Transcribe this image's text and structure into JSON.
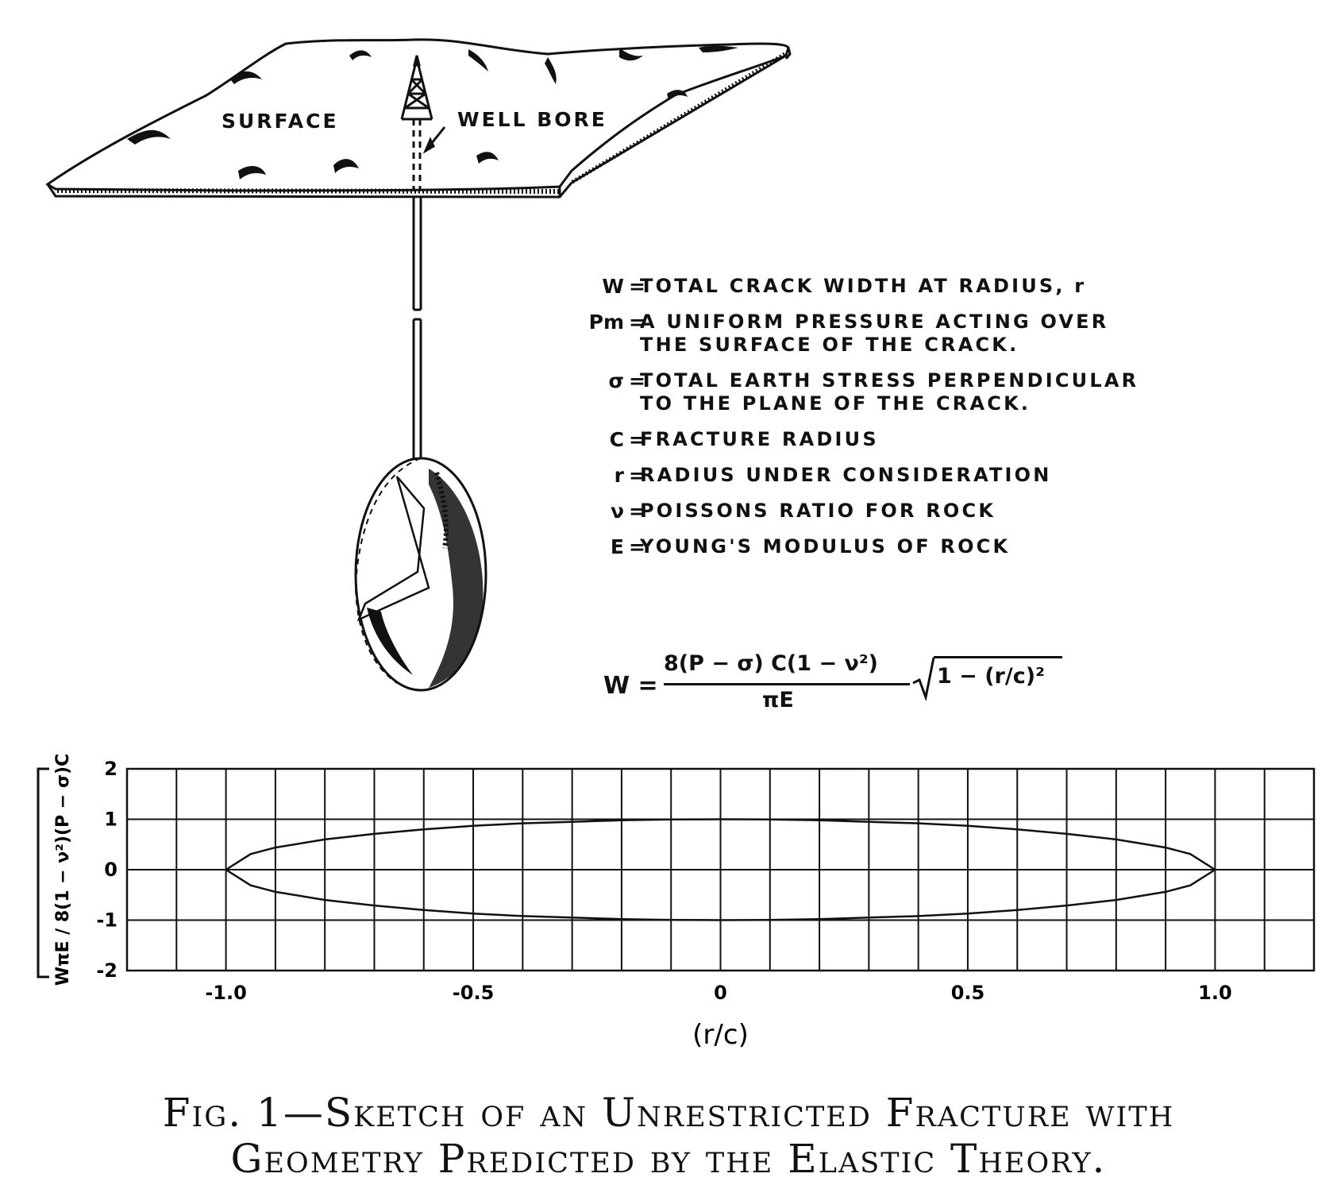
{
  "sketch": {
    "surface_label": "SURFACE",
    "wellbore_label": "WELL BORE"
  },
  "legend": [
    {
      "symbol": "W",
      "text": "TOTAL CRACK WIDTH AT RADIUS, r"
    },
    {
      "symbol": "Pm",
      "text": "A UNIFORM PRESSURE ACTING OVER THE SURFACE OF THE CRACK."
    },
    {
      "symbol": "σ",
      "text": "TOTAL EARTH STRESS PERPENDICULAR TO THE PLANE OF THE CRACK."
    },
    {
      "symbol": "C",
      "text": "FRACTURE RADIUS"
    },
    {
      "symbol": "r",
      "text": "RADIUS UNDER CONSIDERATION"
    },
    {
      "symbol": "ν",
      "text": "POISSONS RATIO FOR ROCK"
    },
    {
      "symbol": "E",
      "text": "YOUNG'S MODULUS OF ROCK"
    }
  ],
  "formula": {
    "lhs": "W =",
    "numerator": "8(P − σ) C(1 − ν²)",
    "denominator": "πE",
    "radical": "1 − (r/c)²"
  },
  "chart_data": {
    "type": "line",
    "xlabel": "(r/c)",
    "ylabel": "WπE / 8(1 − ν²)(P − σ)C",
    "xlim": [
      -1.2,
      1.2
    ],
    "ylim": [
      -2,
      2
    ],
    "xticks": [
      -1.0,
      -0.5,
      0,
      0.5,
      1.0
    ],
    "xtick_labels": [
      "-1.0",
      "-0.5",
      "0",
      "0.5",
      "1.0"
    ],
    "yticks": [
      2,
      1,
      0,
      -1,
      -2
    ],
    "ytick_labels": [
      "2",
      "1",
      "0",
      "-1",
      "-2"
    ],
    "grid": true,
    "series": [
      {
        "x": [
          -1.0,
          -0.95,
          -0.9,
          -0.8,
          -0.7,
          -0.6,
          -0.5,
          -0.4,
          -0.3,
          -0.2,
          -0.1,
          0,
          0.1,
          0.2,
          0.3,
          0.4,
          0.5,
          0.6,
          0.7,
          0.8,
          0.9,
          0.95,
          1.0
        ],
        "y": [
          0,
          0.31,
          0.44,
          0.6,
          0.71,
          0.8,
          0.87,
          0.92,
          0.95,
          0.98,
          0.995,
          1.0,
          0.995,
          0.98,
          0.95,
          0.92,
          0.87,
          0.8,
          0.71,
          0.6,
          0.44,
          0.31,
          0
        ]
      },
      {
        "x": [
          -1.0,
          -0.95,
          -0.9,
          -0.8,
          -0.7,
          -0.6,
          -0.5,
          -0.4,
          -0.3,
          -0.2,
          -0.1,
          0,
          0.1,
          0.2,
          0.3,
          0.4,
          0.5,
          0.6,
          0.7,
          0.8,
          0.9,
          0.95,
          1.0
        ],
        "y": [
          0,
          -0.31,
          -0.44,
          -0.6,
          -0.71,
          -0.8,
          -0.87,
          -0.92,
          -0.95,
          -0.98,
          -0.995,
          -1.0,
          -0.995,
          -0.98,
          -0.95,
          -0.92,
          -0.87,
          -0.8,
          -0.71,
          -0.6,
          -0.44,
          -0.31,
          0
        ]
      }
    ]
  },
  "caption": {
    "line1": "Fig. 1—Sketch of an Unrestricted Fracture with",
    "line2": "Geometry Predicted by the Elastic Theory."
  }
}
